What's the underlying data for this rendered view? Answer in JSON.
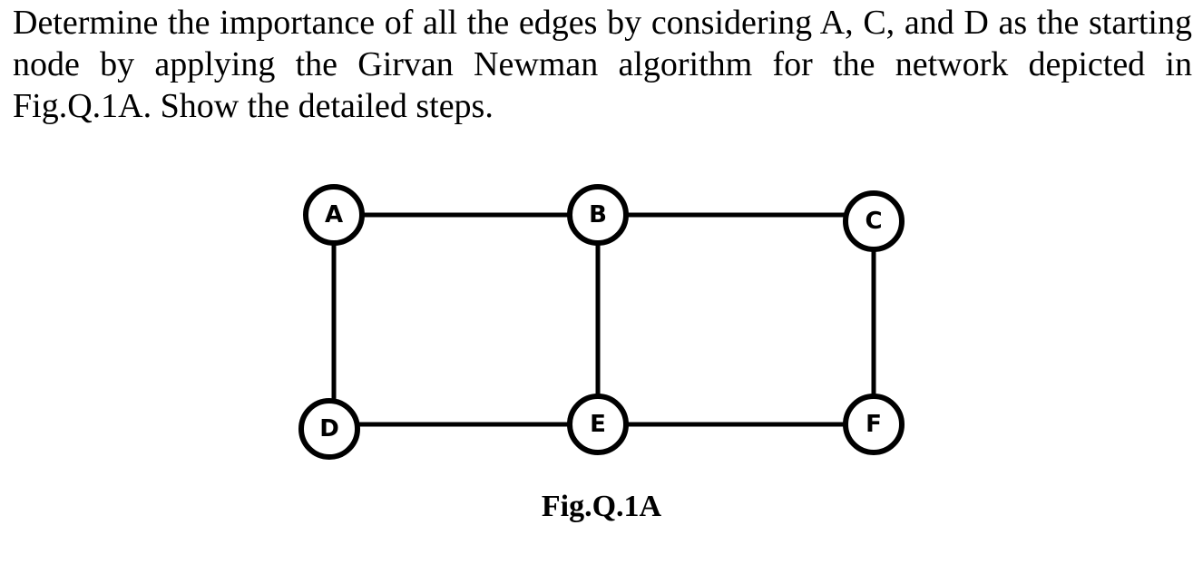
{
  "question": {
    "text": "Determine the importance of all the edges by considering A, C, and D as the starting node by applying the Girvan Newman algorithm for the network depicted in Fig.Q.1A. Show the detailed steps."
  },
  "figure": {
    "caption": "Fig.Q.1A",
    "nodes": [
      {
        "id": "A",
        "label": "A"
      },
      {
        "id": "B",
        "label": "B"
      },
      {
        "id": "C",
        "label": "C"
      },
      {
        "id": "D",
        "label": "D"
      },
      {
        "id": "E",
        "label": "E"
      },
      {
        "id": "F",
        "label": "F"
      }
    ],
    "edges": [
      {
        "from": "A",
        "to": "B"
      },
      {
        "from": "B",
        "to": "C"
      },
      {
        "from": "A",
        "to": "D"
      },
      {
        "from": "B",
        "to": "E"
      },
      {
        "from": "C",
        "to": "F"
      },
      {
        "from": "D",
        "to": "E"
      },
      {
        "from": "E",
        "to": "F"
      }
    ]
  }
}
